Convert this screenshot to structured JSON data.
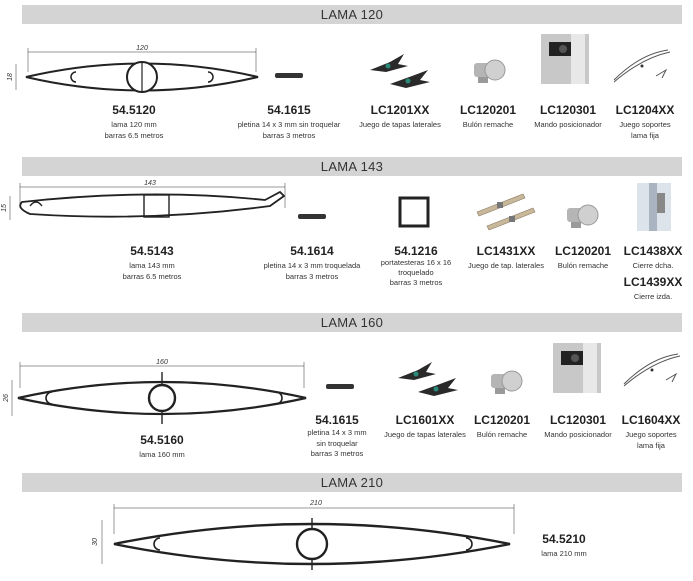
{
  "sections": [
    {
      "title": "LAMA 120",
      "width_label": "120",
      "height_label": "18",
      "items": [
        {
          "code": "54.5120",
          "desc": [
            "lama 120 mm",
            "barras 6.5 metros"
          ]
        },
        {
          "code": "54.1615",
          "desc": [
            "pletina 14 x 3 mm sin troquelar",
            "barras 3 metros"
          ]
        },
        {
          "code": "LC1201XX",
          "desc": [
            "Juego de tapas laterales"
          ]
        },
        {
          "code": "LC120201",
          "desc": [
            "Bulón remache"
          ]
        },
        {
          "code": "LC120301",
          "desc": [
            "Mando posicionador"
          ]
        },
        {
          "code": "LC1204XX",
          "desc": [
            "Juego soportes",
            "lama fija"
          ]
        }
      ]
    },
    {
      "title": "LAMA 143",
      "width_label": "143",
      "height_label": "15",
      "items": [
        {
          "code": "54.5143",
          "desc": [
            "lama 143 mm",
            "barras 6.5 metros"
          ]
        },
        {
          "code": "54.1614",
          "desc": [
            "pletina 14 x 3 mm troquelada",
            "barras 3 metros"
          ]
        },
        {
          "code": "54.1216",
          "desc": [
            "portatesteras 16 x 16",
            "troquelado",
            "barras 3 metros"
          ]
        },
        {
          "code": "LC1431XX",
          "desc": [
            "Juego de tap. laterales"
          ]
        },
        {
          "code": "LC120201",
          "desc": [
            "Bulón remache"
          ]
        },
        {
          "code": "LC1438XX",
          "desc": [
            "Cierre dcha."
          ]
        },
        {
          "code": "LC1439XX",
          "desc": [
            "Cierre izda."
          ]
        }
      ]
    },
    {
      "title": "LAMA 160",
      "width_label": "160",
      "height_label": "26",
      "items": [
        {
          "code": "54.5160",
          "desc": [
            "lama 160 mm"
          ]
        },
        {
          "code": "54.1615",
          "desc": [
            "pletina 14 x 3 mm",
            "sin troquelar",
            "barras 3 metros"
          ]
        },
        {
          "code": "LC1601XX",
          "desc": [
            "Juego de tapas laterales"
          ]
        },
        {
          "code": "LC120201",
          "desc": [
            "Bulón remache"
          ]
        },
        {
          "code": "LC120301",
          "desc": [
            "Mando posicionador"
          ]
        },
        {
          "code": "LC1604XX",
          "desc": [
            "Juego soportes",
            "lama fija"
          ]
        }
      ]
    },
    {
      "title": "LAMA 210",
      "width_label": "210",
      "height_label": "30",
      "items": [
        {
          "code": "54.5210",
          "desc": [
            "lama 210 mm"
          ]
        }
      ]
    }
  ]
}
